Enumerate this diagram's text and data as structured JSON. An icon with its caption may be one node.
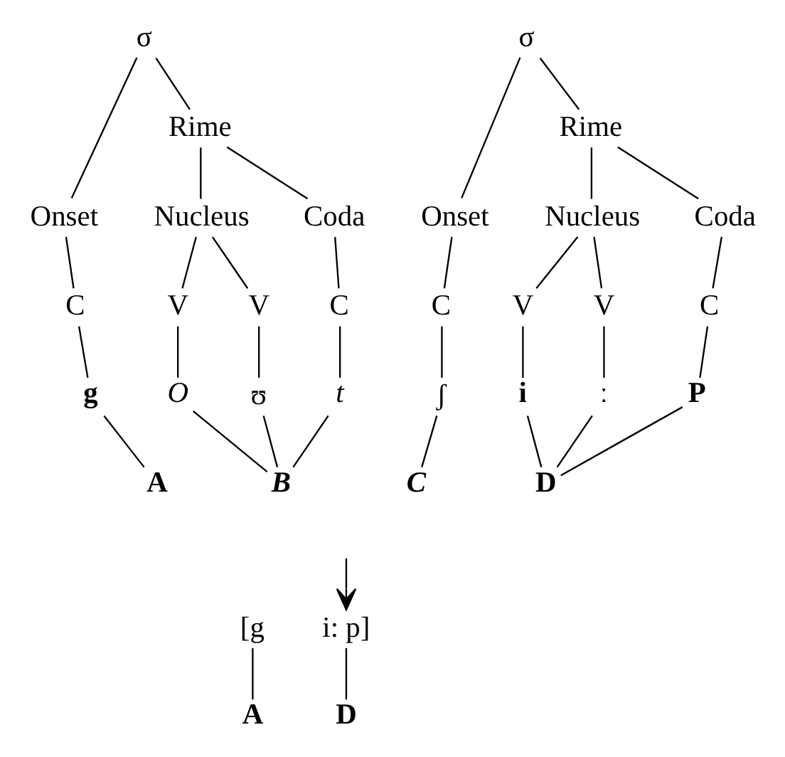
{
  "diagram": {
    "nodes": [
      {
        "text": [
          "σ"
        ]
      },
      {
        "text": [
          "Onset"
        ]
      },
      {
        "text": [
          "Rime"
        ]
      },
      {
        "text": [
          "Nucleus"
        ]
      },
      {
        "text": [
          "Coda"
        ]
      },
      {
        "text": [
          "C"
        ]
      },
      {
        "text": [
          "V"
        ]
      },
      {
        "text": [
          "V"
        ]
      },
      {
        "text": [
          "C"
        ]
      },
      {
        "text": [
          "g"
        ]
      },
      {
        "text": [
          "O"
        ]
      },
      {
        "text": [
          "ʊ"
        ]
      },
      {
        "text": [
          "t"
        ]
      },
      {
        "text": [
          "A"
        ]
      },
      {
        "text": [
          "B"
        ]
      },
      {
        "text": [
          "σ"
        ]
      },
      {
        "text": [
          "Onset"
        ]
      },
      {
        "text": [
          "Rime"
        ]
      },
      {
        "text": [
          "Nucleus"
        ]
      },
      {
        "text": [
          "Coda"
        ]
      },
      {
        "text": [
          "C"
        ]
      },
      {
        "text": [
          "V"
        ]
      },
      {
        "text": [
          "V"
        ]
      },
      {
        "text": [
          "C"
        ]
      },
      {
        "text": [
          "ʃ"
        ]
      },
      {
        "text": [
          "C"
        ]
      },
      {
        "text": [
          "i"
        ]
      },
      {
        "text": [
          "ː"
        ]
      },
      {
        "text": [
          "P"
        ]
      },
      {
        "text": [
          "D"
        ]
      },
      {
        "text": [
          "[g"
        ]
      },
      {
        "text": [
          "i: p]"
        ]
      },
      {
        "text": [
          "A"
        ]
      },
      {
        "text": [
          "D"
        ]
      }
    ],
    "edges": [
      {
        "from": 0,
        "to": 1,
        "arrow": "none"
      },
      {
        "from": 0,
        "to": 2,
        "arrow": "none"
      },
      {
        "from": 2,
        "to": 3,
        "arrow": "none"
      },
      {
        "from": 2,
        "to": 4,
        "arrow": "none"
      },
      {
        "from": 1,
        "to": 5,
        "arrow": "none"
      },
      {
        "from": 3,
        "to": 6,
        "arrow": "none"
      },
      {
        "from": 3,
        "to": 7,
        "arrow": "none"
      },
      {
        "from": 4,
        "to": 8,
        "arrow": "none"
      },
      {
        "from": 5,
        "to": 9,
        "arrow": "none"
      },
      {
        "from": 6,
        "to": 10,
        "arrow": "none"
      },
      {
        "from": 7,
        "to": 11,
        "arrow": "none"
      },
      {
        "from": 8,
        "to": 12,
        "arrow": "none"
      },
      {
        "from": 9,
        "to": 13,
        "arrow": "none"
      },
      {
        "from": 10,
        "to": 14,
        "arrow": "none"
      },
      {
        "from": 11,
        "to": 14,
        "arrow": "none"
      },
      {
        "from": 12,
        "to": 14,
        "arrow": "none"
      },
      {
        "from": 15,
        "to": 16,
        "arrow": "none"
      },
      {
        "from": 15,
        "to": 17,
        "arrow": "none"
      },
      {
        "from": 17,
        "to": 18,
        "arrow": "none"
      },
      {
        "from": 17,
        "to": 19,
        "arrow": "none"
      },
      {
        "from": 16,
        "to": 20,
        "arrow": "none"
      },
      {
        "from": 18,
        "to": 21,
        "arrow": "none"
      },
      {
        "from": 18,
        "to": 22,
        "arrow": "none"
      },
      {
        "from": 19,
        "to": 23,
        "arrow": "none"
      },
      {
        "from": 20,
        "to": 24,
        "arrow": "none"
      },
      {
        "from": 24,
        "to": 25,
        "arrow": "none"
      },
      {
        "from": 21,
        "to": 26,
        "arrow": "none"
      },
      {
        "from": 22,
        "to": 27,
        "arrow": "none"
      },
      {
        "from": 23,
        "to": 28,
        "arrow": "none"
      },
      {
        "from": 26,
        "to": 29,
        "arrow": "none"
      },
      {
        "from": 27,
        "to": 29,
        "arrow": "none"
      },
      {
        "from": 28,
        "to": 29,
        "arrow": "none"
      },
      {
        "from": null,
        "to": 31,
        "arrow": "to"
      },
      {
        "from": 30,
        "to": 32,
        "arrow": "none"
      },
      {
        "from": 31,
        "to": 33,
        "arrow": "none"
      }
    ]
  }
}
